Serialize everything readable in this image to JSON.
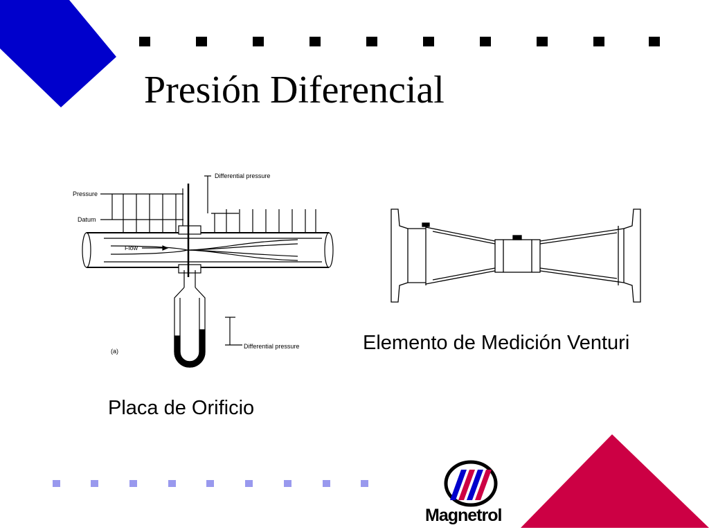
{
  "slide": {
    "title": "Presión Diferencial",
    "colors": {
      "blue": "#0000cc",
      "crimson": "#cc0044",
      "light_blue": "#9999ee",
      "black": "#000000"
    }
  },
  "orifice_figure": {
    "label_pressure": "Pressure",
    "label_datum": "Datum",
    "label_differential_top": "Differential pressure",
    "label_differential_bottom": "Differential pressure",
    "label_flow": "Flow",
    "label_part": "(a)",
    "caption": "Placa de Orificio"
  },
  "venturi_figure": {
    "caption": "Elemento de Medición Venturi"
  },
  "logo": {
    "brand": "Magnetrol",
    "icon": "magnetrol-logo-icon"
  }
}
